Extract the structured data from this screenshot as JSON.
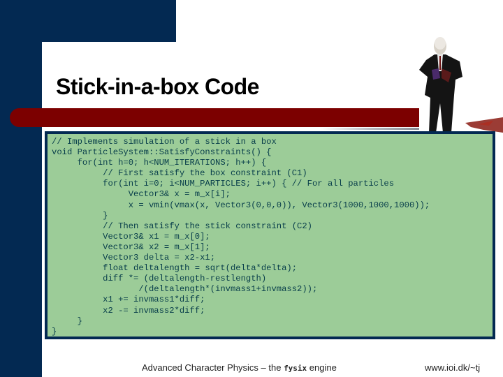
{
  "slide": {
    "title": "Stick-in-a-box Code",
    "code_lines": [
      "// Implements simulation of a stick in a box",
      "void ParticleSystem::SatisfyConstraints() {",
      "     for(int h=0; h<NUM_ITERATIONS; h++) {",
      "          // First satisfy the box constraint (C1)",
      "          for(int i=0; i<NUM_PARTICLES; i++) { // For all particles",
      "               Vector3& x = m_x[i];",
      "               x = vmin(vmax(x, Vector3(0,0,0)), Vector3(1000,1000,1000));",
      "          }",
      "          // Then satisfy the stick constraint (C2)",
      "          Vector3& x1 = m_x[0];",
      "          Vector3& x2 = m_x[1];",
      "          Vector3 delta = x2-x1;",
      "          float deltalength = sqrt(delta*delta);",
      "          diff *= (deltalength-restlength)",
      "                 /(deltalength*(invmass1+invmass2));",
      "          x1 += invmass1*diff;",
      "          x2 -= invmass2*diff;",
      "     }",
      "}"
    ],
    "illustration": "hitman-character-figure"
  },
  "footer": {
    "left_prefix": "Advanced Character Physics – the ",
    "left_brand": "fysix",
    "left_suffix": " engine",
    "right": "www.ioi.dk/~tj"
  },
  "colors": {
    "navy": "#032952",
    "dark_red": "#7c0000",
    "code_bg": "#9ccc98",
    "code_text": "#073d4a"
  }
}
